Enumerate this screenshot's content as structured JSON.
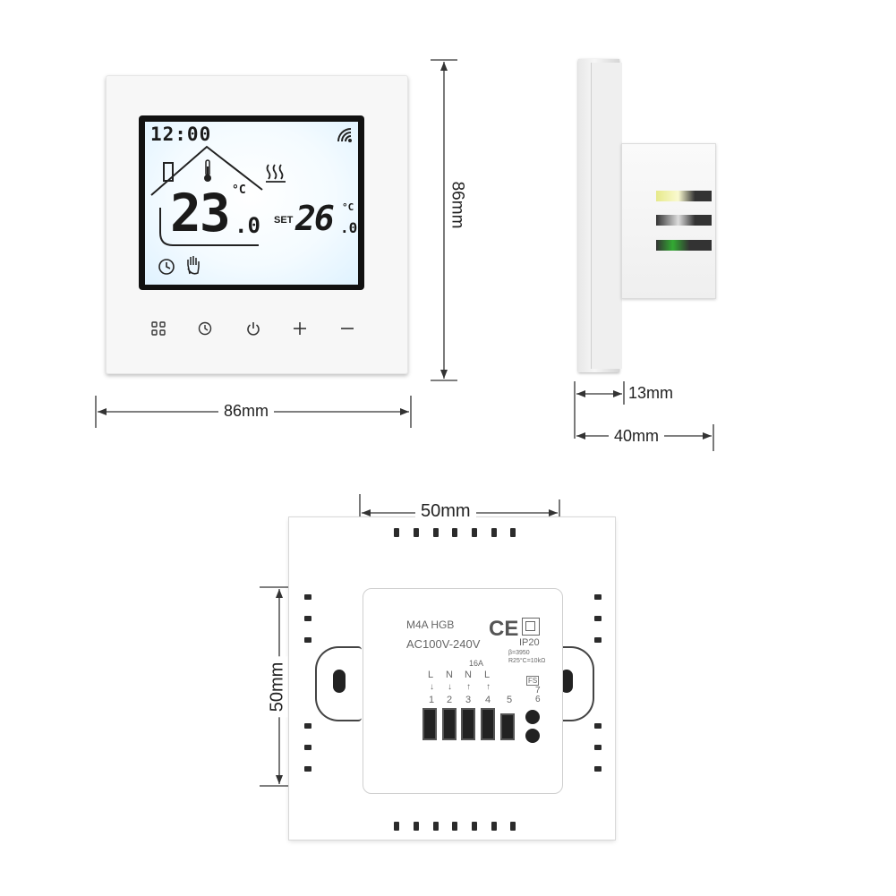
{
  "front": {
    "lcd": {
      "clock": "12:00",
      "current_temp": "23",
      "current_temp_decimal": ".0",
      "current_unit": "°C",
      "set_label": "SET",
      "set_temp": "26",
      "set_temp_decimal": ".0",
      "set_unit": "°C",
      "icons": [
        "wifi-icon",
        "house-icon",
        "thermometer-icon",
        "heating-icon",
        "clock-icon",
        "hand-icon"
      ]
    },
    "buttons": [
      {
        "name": "menu-button",
        "icon": "grid-icon"
      },
      {
        "name": "timer-button",
        "icon": "clock-icon"
      },
      {
        "name": "power-button",
        "icon": "power-icon"
      },
      {
        "name": "plus-button",
        "icon": "plus-icon"
      },
      {
        "name": "minus-button",
        "icon": "minus-icon"
      }
    ],
    "width_label": "86mm",
    "height_label": "86mm"
  },
  "side": {
    "front_depth_label": "13mm",
    "total_depth_label": "40mm"
  },
  "back": {
    "width_label": "50mm",
    "height_label": "50mm",
    "model": "M4A HGB",
    "voltage": "AC100V-240V",
    "ce_mark": "CE",
    "ip_rating": "IP20",
    "sensor_spec": "β=3950",
    "sensor_spec2": "R25°C=10kΩ",
    "current": "16A",
    "terminal_letters": [
      "L",
      "N",
      "N",
      "L"
    ],
    "terminal_numbers": [
      "1",
      "2",
      "3",
      "4",
      "5"
    ],
    "sensor_label": "FS",
    "sensor_numbers": [
      "7",
      "6"
    ]
  }
}
